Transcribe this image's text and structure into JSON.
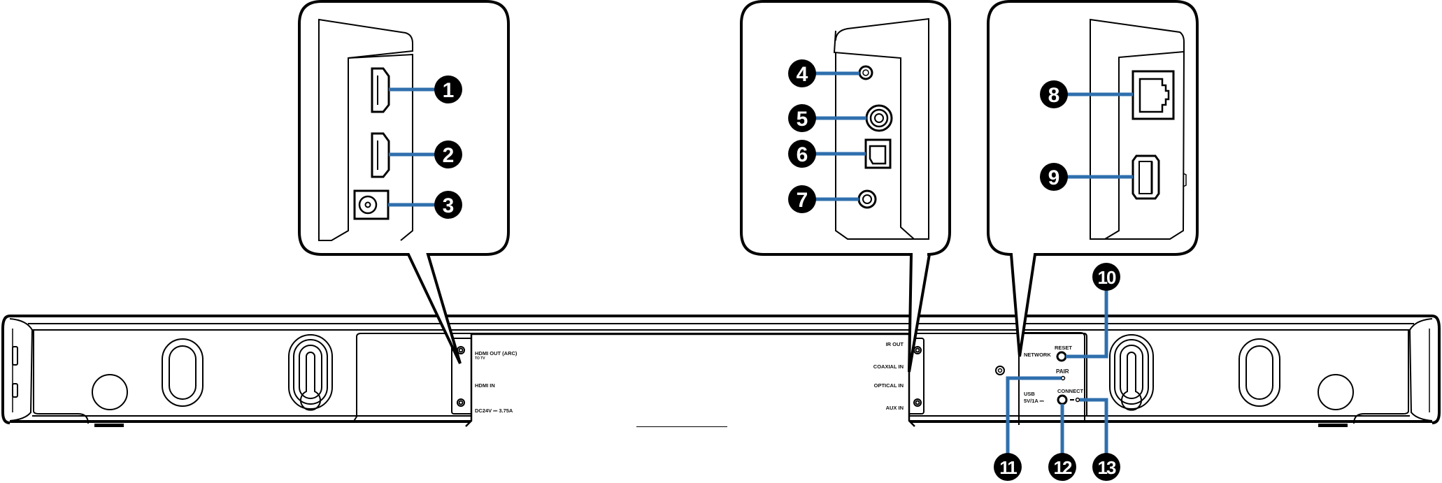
{
  "diagram": {
    "title": "Soundbar rear panel connections",
    "accent_color": "#2f6fad",
    "callouts": [
      {
        "number": "1",
        "target": "HDMI OUT (ARC) connector"
      },
      {
        "number": "2",
        "target": "HDMI IN connector"
      },
      {
        "number": "3",
        "target": "DC power input"
      },
      {
        "number": "4",
        "target": "IR OUT jack"
      },
      {
        "number": "5",
        "target": "COAXIAL IN connector"
      },
      {
        "number": "6",
        "target": "OPTICAL IN connector"
      },
      {
        "number": "7",
        "target": "AUX IN jack"
      },
      {
        "number": "8",
        "target": "NETWORK connector"
      },
      {
        "number": "9",
        "target": "USB port"
      },
      {
        "number": "10",
        "target": "RESET button"
      },
      {
        "number": "11",
        "target": "PAIR indicator"
      },
      {
        "number": "12",
        "target": "CONNECT button"
      },
      {
        "number": "13",
        "target": "CONNECT indicator"
      }
    ],
    "panel_labels": {
      "hdmi_out": "HDMI OUT (ARC)",
      "hdmi_out_sub": "TO TV",
      "hdmi_in": "HDMI IN",
      "dc_in": "DC24V ⎓ 3.75A",
      "ir_out": "IR OUT",
      "coaxial_in": "COAXIAL IN",
      "optical_in": "OPTICAL IN",
      "aux_in": "AUX IN",
      "network": "NETWORK",
      "usb": "USB",
      "usb_sub": "5V/1A ⎓",
      "reset": "RESET",
      "pair": "PAIR",
      "connect": "CONNECT"
    }
  }
}
